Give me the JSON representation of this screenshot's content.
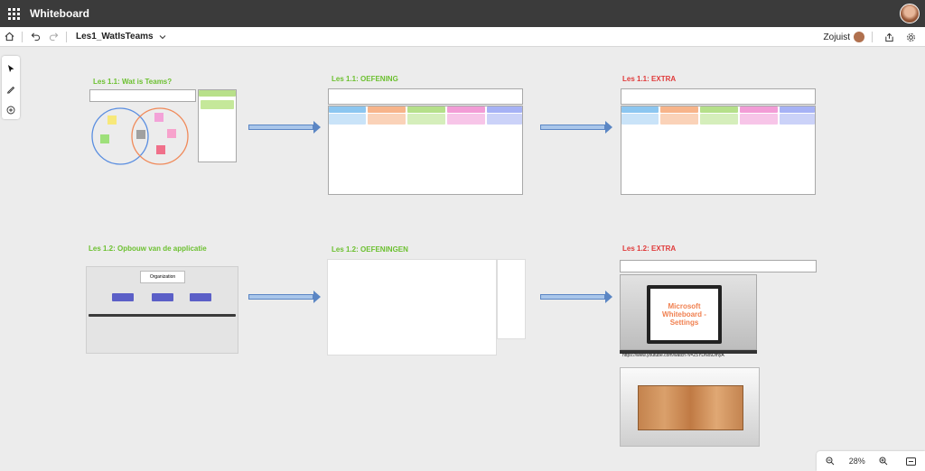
{
  "app": {
    "title": "Whiteboard"
  },
  "doc": {
    "name": "Les1_WatIsTeams"
  },
  "user": {
    "status": "Zojuist"
  },
  "sections": [
    {
      "title": "Les 1.1: Wat is Teams?"
    },
    {
      "title": "Les 1.1: OEFENING"
    },
    {
      "title": "Les 1.1: EXTRA"
    },
    {
      "title": "Les 1.2: Opbouw van de applicatie"
    },
    {
      "title": "Les 1.2: OEFENINGEN"
    },
    {
      "title": "Les 1.2: EXTRA"
    }
  ],
  "extra": {
    "video_title": "Microsoft Whiteboard - Settings",
    "video_url": "https://www.youtube.com/watch?v=Z5YDNo9JmyA",
    "org_label": "Organization"
  },
  "zoom": {
    "level": "28%"
  },
  "colors": {
    "accent_green": "#6cc030",
    "accent_red": "#e03a3a"
  }
}
